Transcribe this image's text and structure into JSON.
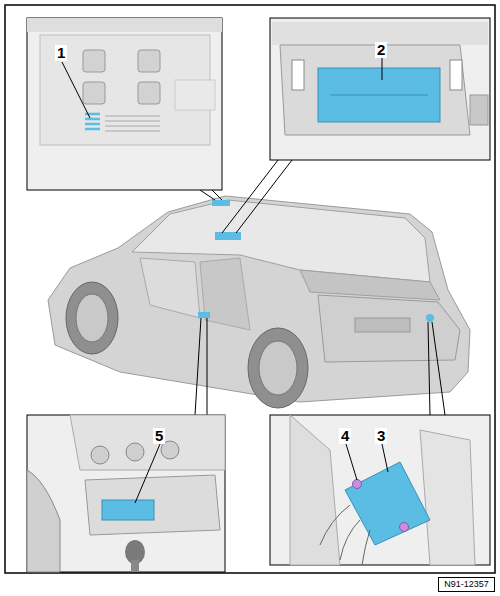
{
  "diagram": {
    "nodes": [
      {
        "text": [
          "N91-12357"
        ]
      }
    ],
    "labels": [
      "1",
      "2",
      "5",
      "4",
      "3"
    ]
  }
}
